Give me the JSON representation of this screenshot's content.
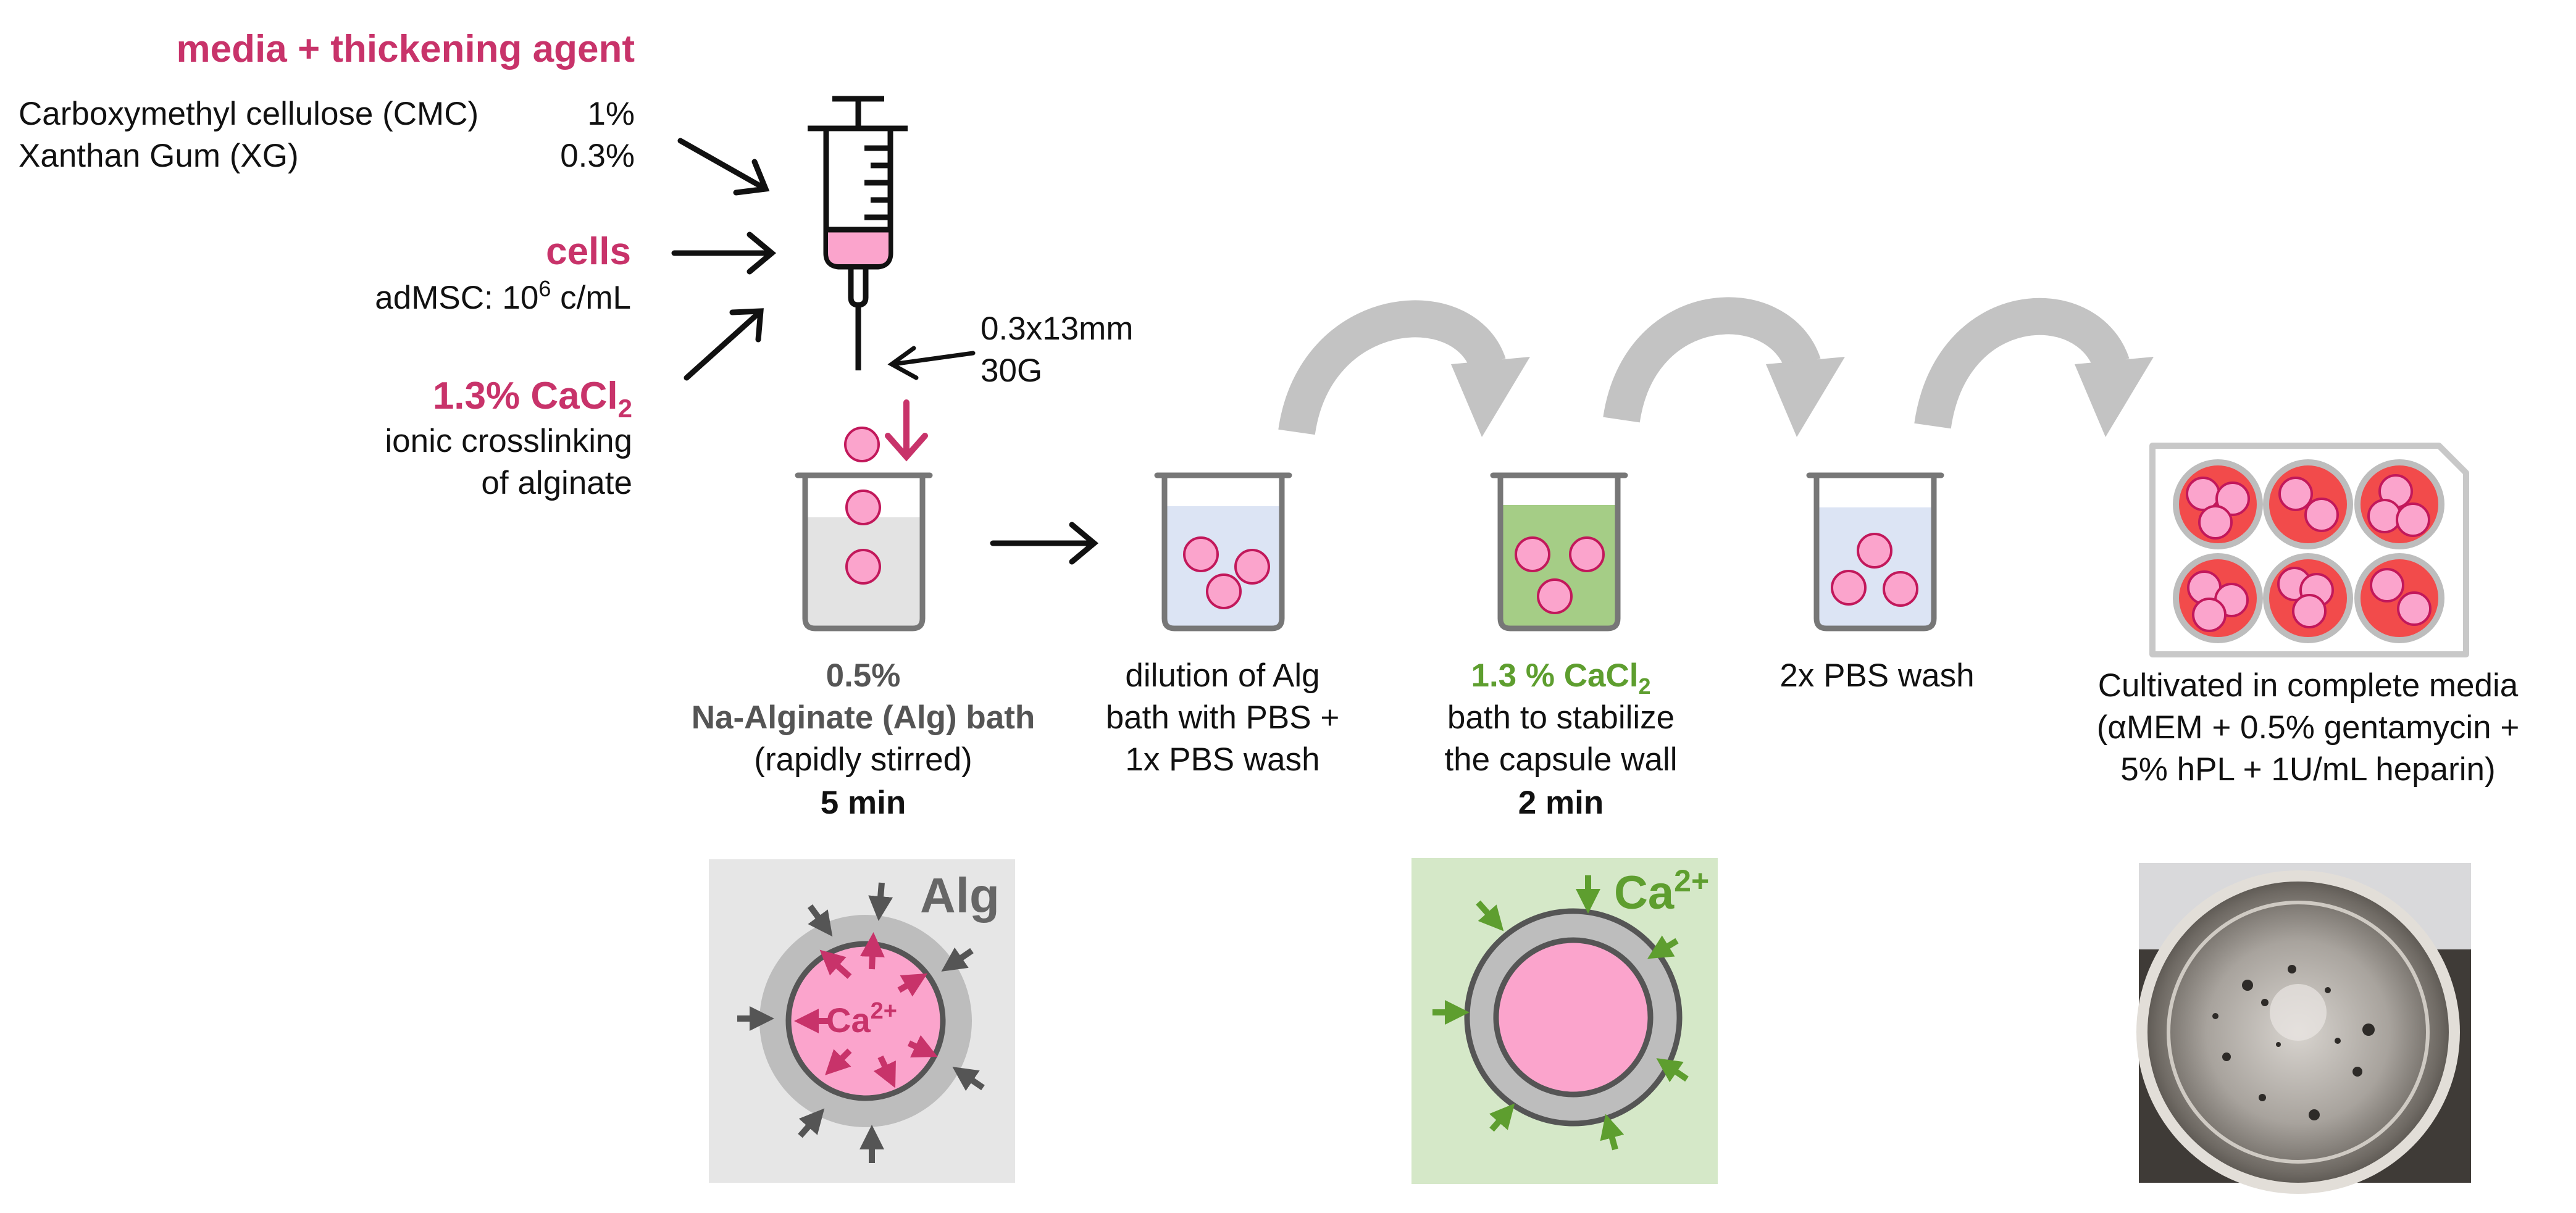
{
  "left_panel": {
    "media_heading": "media + thickening agent",
    "cmc_name": "Carboxymethyl cellulose (CMC)",
    "cmc_pct": "1%",
    "xg_name": "Xanthan Gum (XG)",
    "xg_pct": "0.3%",
    "cells_heading": "cells",
    "cells_detail_prefix": "adMSC: 10",
    "cells_detail_exp": "6",
    "cells_detail_suffix": " c/mL",
    "cacl2_prefix": "1.3% CaCl",
    "cacl2_sub": "2",
    "crosslink_line1": "ionic crosslinking",
    "crosslink_line2": "of alginate"
  },
  "needle": {
    "size": "0.3x13mm",
    "gauge": "30G"
  },
  "steps": {
    "alginate_pct": "0.5%",
    "alginate_bath": "Na-Alginate (Alg) bath",
    "alginate_stir": "(rapidly stirred)",
    "alginate_time": "5 min",
    "dilution_line1": "dilution of Alg",
    "dilution_line2": "bath with PBS +",
    "dilution_line3": "1x PBS wash",
    "cacl2_prefix": "1.3 % CaCl",
    "cacl2_sub": "2",
    "stabilize_line1": "bath to stabilize",
    "stabilize_line2": "the capsule wall",
    "stabilize_time": "2 min",
    "pbs_wash": "2x PBS wash",
    "cultivated_line1": "Cultivated in complete media",
    "cultivated_line2": "(αMEM + 0.5% gentamycin +",
    "cultivated_line3": "5% hPL + 1U/mL heparin)"
  },
  "insets": {
    "alg_label": "Alg",
    "ca_base": "Ca",
    "ca_charge": "2+"
  },
  "colors": {
    "magenta": "#C8336A",
    "pink_fill": "#FBA4CC",
    "pink_stroke": "#C2185B",
    "green_text": "#5E9E2F",
    "green_bath": "#A5CD86",
    "green_inset": "#D5E8C8",
    "blue_bath": "#DCE4F4",
    "gray_bath": "#E3E3E3",
    "gray_inset": "#E6E6E6",
    "beaker_stroke": "#777777",
    "curved_arrow": "#C3C3C3",
    "well_red": "#F24B4B"
  }
}
